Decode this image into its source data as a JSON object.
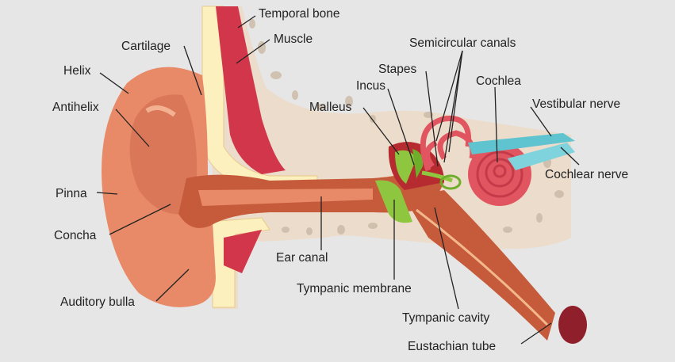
{
  "labels": {
    "temporal_bone": "Temporal bone",
    "muscle": "Muscle",
    "cartilage": "Cartilage",
    "helix": "Helix",
    "antihelix": "Antihelix",
    "pinna": "Pinna",
    "concha": "Concha",
    "auditory_bulla": "Auditory bulla",
    "semicircular_canals": "Semicircular canals",
    "stapes": "Stapes",
    "incus": "Incus",
    "malleus": "Malleus",
    "cochlea": "Cochlea",
    "vestibular_nerve": "Vestibular nerve",
    "cochlear_nerve": "Cochlear nerve",
    "ear_canal": "Ear canal",
    "tympanic_membrane": "Tympanic membrane",
    "tympanic_cavity": "Tympanic cavity",
    "eustachian_tube": "Eustachian tube"
  },
  "colors": {
    "background": "#e6e6e6",
    "bone": "#ecdccb",
    "bone_pore": "#cdbba8",
    "cartilage": "#fdf0bf",
    "muscle": "#d2364a",
    "skin": "#e88a68",
    "skin_dark": "#d06a4e",
    "canal": "#c65b3c",
    "ossicle_red": "#b52b30",
    "ossicle_green": "#8ec63f",
    "cochlea": "#e0555f",
    "nerve": "#5fc4cf"
  }
}
